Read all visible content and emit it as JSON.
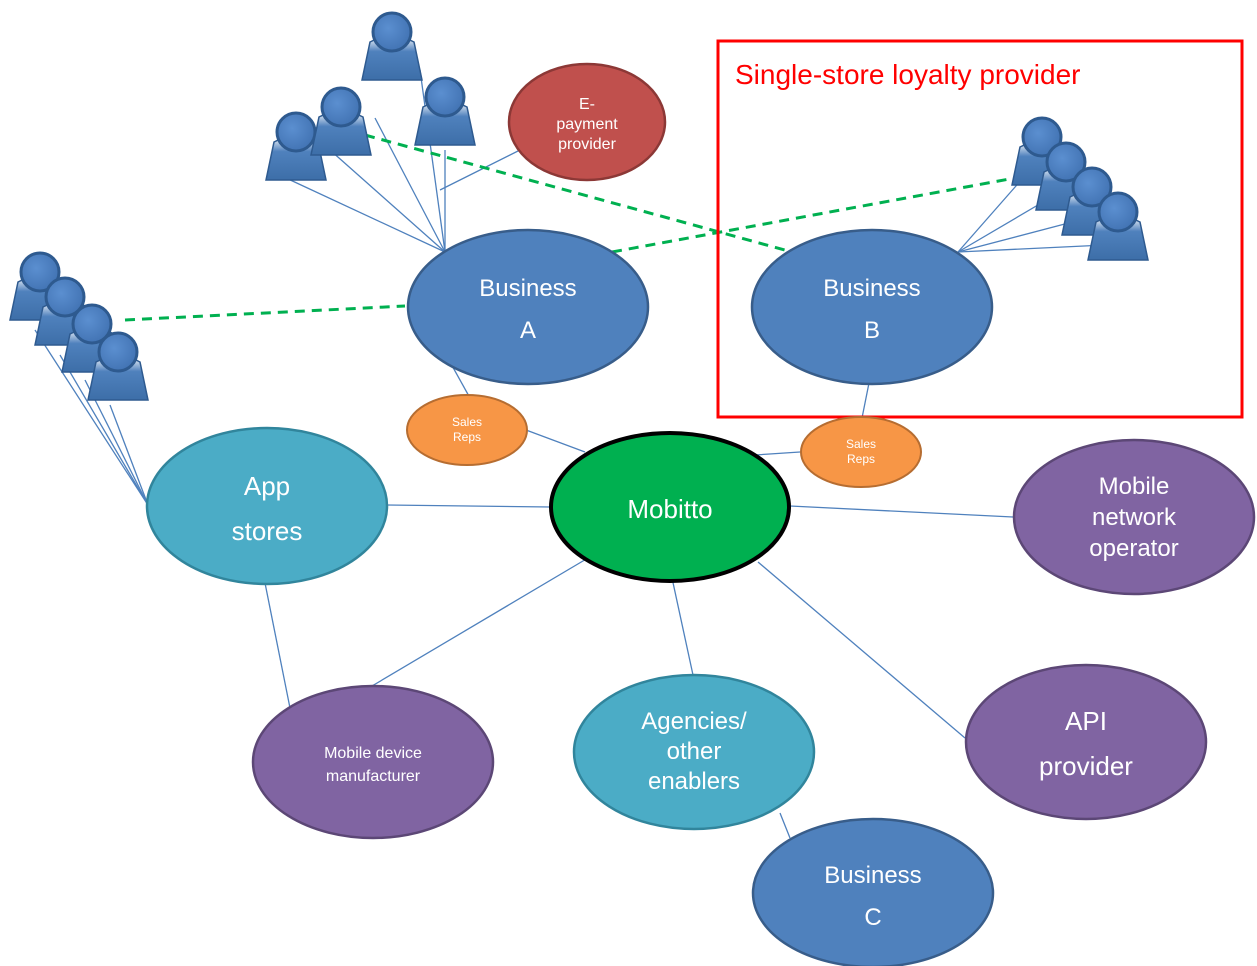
{
  "callout": {
    "title": "Single-store loyalty provider",
    "border_color": "#ff0000"
  },
  "colors": {
    "business": "#4f81bd",
    "business_border": "#385d8a",
    "hub": "#00b050",
    "hub_border": "#000000",
    "app_stores": "#4bacc6",
    "vendor": "#8064a2",
    "payment": "#c0504d",
    "sales_reps": "#f79646",
    "link": "#4f81bd",
    "loyalty_link": "#00b050"
  },
  "nodes": {
    "hub": {
      "line1": "Mobitto"
    },
    "business_a": {
      "line1": "Business",
      "line2": "A"
    },
    "business_b": {
      "line1": "Business",
      "line2": "B"
    },
    "business_c": {
      "line1": "Business",
      "line2": "C"
    },
    "app_stores": {
      "line1": "App",
      "line2": "stores"
    },
    "mobile_network_operator": {
      "line1": "Mobile",
      "line2": "network",
      "line3": "operator"
    },
    "api_provider": {
      "line1": "API",
      "line2": "provider"
    },
    "agencies": {
      "line1": "Agencies/",
      "line2": "other",
      "line3": "enablers"
    },
    "mobile_device_manufacturer": {
      "line1": "Mobile device",
      "line2": "manufacturer"
    },
    "e_payment_provider": {
      "line1": "E-",
      "line2": "payment",
      "line3": "provider"
    },
    "sales_reps_a": {
      "line1": "Sales",
      "line2": "Reps"
    },
    "sales_reps_b": {
      "line1": "Sales",
      "line2": "Reps"
    }
  },
  "icons": {
    "customer": "person-icon"
  }
}
